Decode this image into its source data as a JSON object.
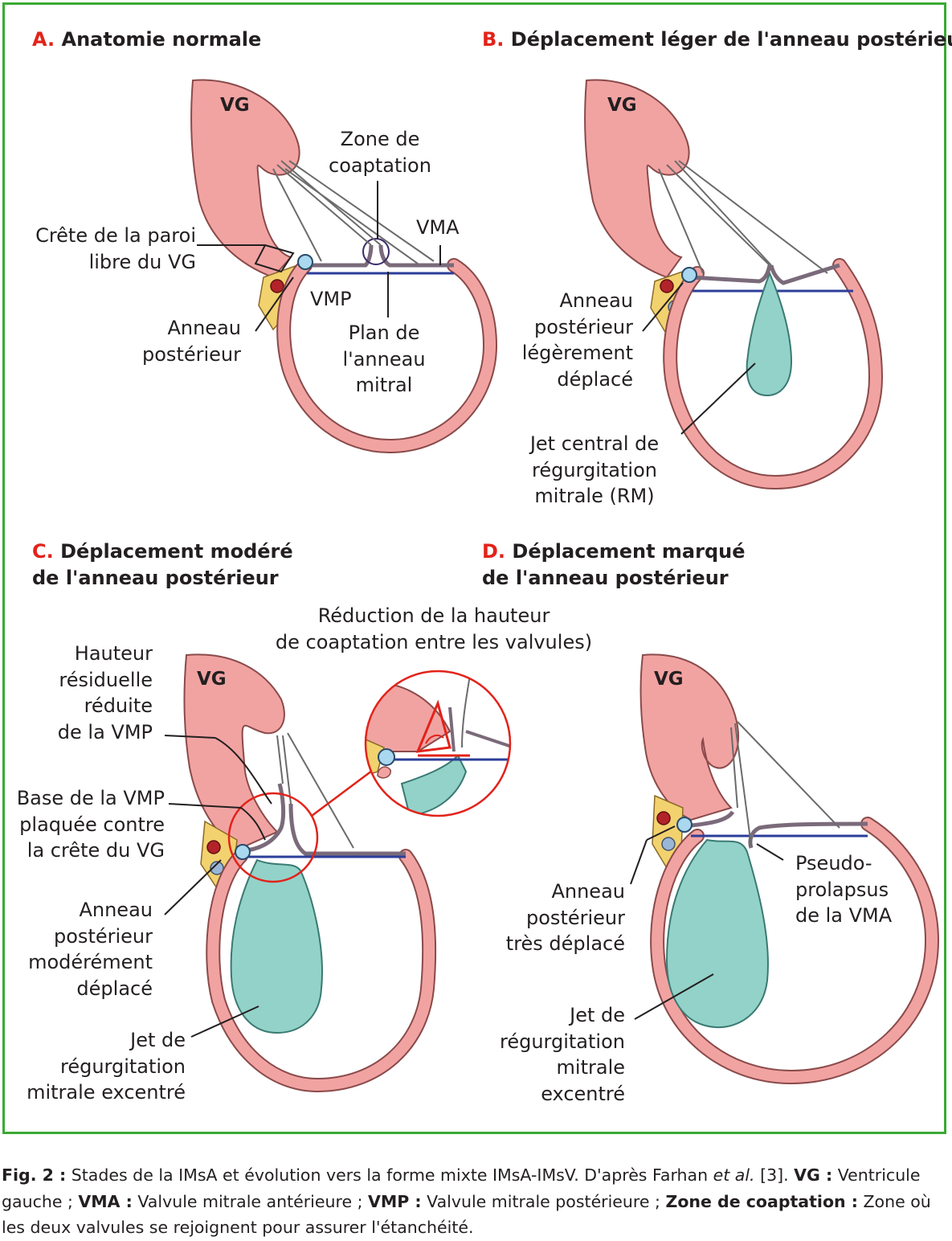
{
  "colors": {
    "frame": "#3aaa35",
    "wall": "#f1a3a2",
    "wall_stroke": "#d96b73",
    "jet": "#93d2c9",
    "annulus": "#f2d26e",
    "plane": "#2c3e9a",
    "highlight": "#e2231a"
  },
  "panels": {
    "a": {
      "letter": "A.",
      "title": "Anatomie normale",
      "vg": "VG",
      "zone": [
        "Zone de",
        "coaptation"
      ],
      "vma": "VMA",
      "crete": [
        "Crête de la paroi",
        "libre du VG"
      ],
      "vmp": "VMP",
      "anneau": [
        "Anneau",
        "postérieur"
      ],
      "plan": [
        "Plan de",
        "l'anneau",
        "mitral"
      ]
    },
    "b": {
      "letter": "B.",
      "title": "Déplacement léger de l'anneau postérieur",
      "vg": "VG",
      "anneau": [
        "Anneau",
        "postérieur",
        "légèrement",
        "déplacé"
      ],
      "jet": [
        "Jet central de",
        "régurgitation",
        "mitrale (RM)"
      ]
    },
    "c": {
      "letter": "C.",
      "title": [
        "Déplacement modéré",
        "de l'anneau postérieur"
      ],
      "vg": "VG",
      "reduction": [
        "Réduction de la hauteur",
        "de coaptation entre les valvules)"
      ],
      "hauteur": [
        "Hauteur",
        "résiduelle",
        "réduite",
        "de la VMP"
      ],
      "base": [
        "Base de la VMP",
        "plaquée contre",
        "la crête du VG"
      ],
      "anneau": [
        "Anneau",
        "postérieur",
        "modérément",
        "déplacé"
      ],
      "jet": [
        "Jet de",
        "régurgitation",
        "mitrale excentré"
      ]
    },
    "d": {
      "letter": "D.",
      "title": [
        "Déplacement marqué",
        "de l'anneau postérieur"
      ],
      "vg": "VG",
      "pseudo": [
        "Pseudo-",
        "prolapsus",
        "de la VMA"
      ],
      "anneau": [
        "Anneau",
        "postérieur",
        "très déplacé"
      ],
      "jet": [
        "Jet de",
        "régurgitation",
        "mitrale",
        "excentré"
      ]
    }
  },
  "caption": {
    "fig": "Fig. 2 :",
    "t1": " Stades de la IMsA et évolution vers la forme mixte IMsA-IMsV. D'après Farhan ",
    "etal": "et al.",
    "t2": " [3]. ",
    "vg_k": "VG :",
    "vg_v": " Ventricule gauche ; ",
    "vma_k": "VMA :",
    "vma_v": " Valvule mitrale antérieure ; ",
    "vmp_k": "VMP :",
    "vmp_v": " Valvule mitrale postérieure ; ",
    "zone_k": "Zone de coaptation :",
    "zone_v": " Zone où les deux valvules se rejoignent pour assurer l'étanchéité."
  }
}
